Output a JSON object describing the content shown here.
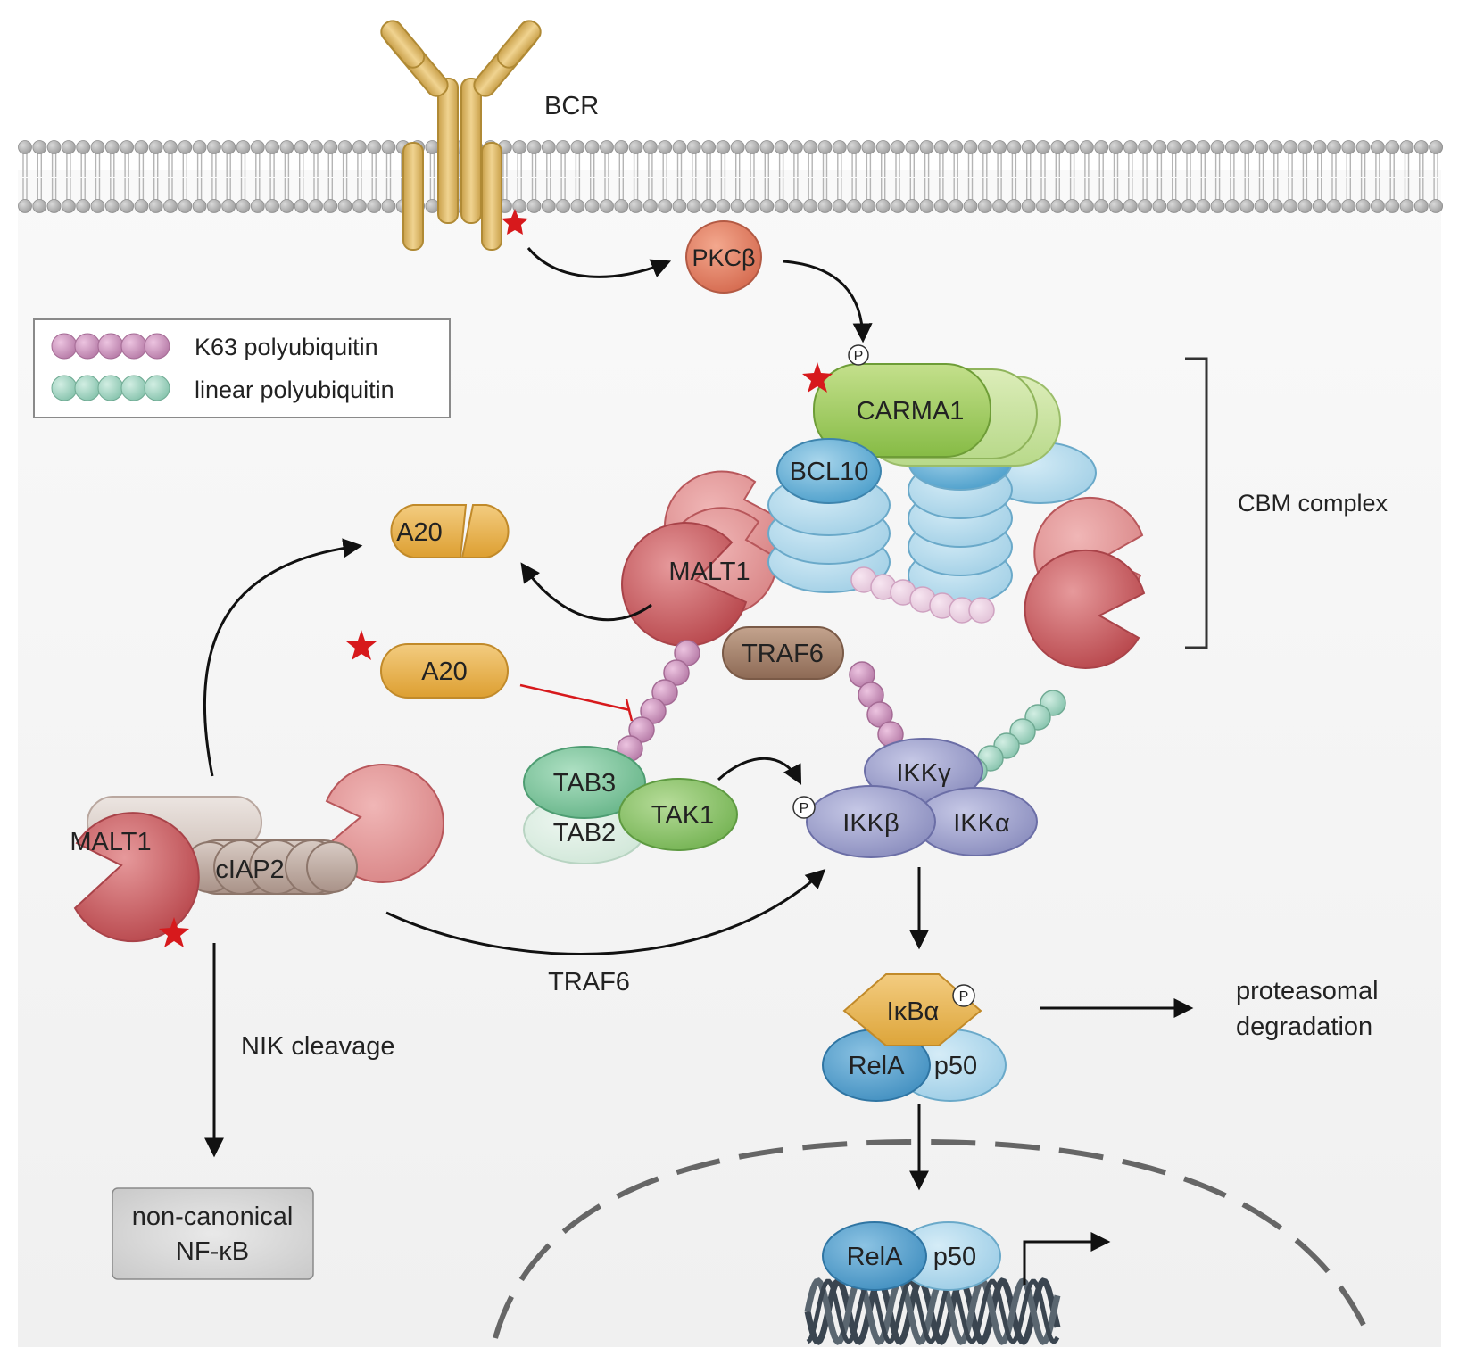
{
  "labels": {
    "bcr": "BCR",
    "pkcb": "PKCβ",
    "carma1": "CARMA1",
    "bcl10": "BCL10",
    "malt1_cbm": "MALT1",
    "traf6_cbm": "TRAF6",
    "cbm_complex": "CBM complex",
    "a20_cleaved": "A20",
    "a20_active": "A20",
    "tab3": "TAB3",
    "tab2": "TAB2",
    "tak1": "TAK1",
    "ikkg": "IKKγ",
    "ikkb": "IKKβ",
    "ikka": "IKKα",
    "malt1_ciap2": "MALT1",
    "ciap2": "cIAP2",
    "traf6_arrow": "TRAF6",
    "nik_cleavage": "NIK cleavage",
    "noncanonical_line1": "non-canonical",
    "noncanonical_line2": "NF-κB",
    "ikba": "IκBα",
    "rela_cyto": "RelA",
    "p50_cyto": "p50",
    "proteasomal_line1": "proteasomal",
    "proteasomal_line2": "degradation",
    "rela_nuc": "RelA",
    "p50_nuc": "p50",
    "phospho": "P"
  },
  "legend": {
    "k63": "K63 polyubiquitin",
    "linear": "linear polyubiquitin"
  },
  "colors": {
    "malt1": "#c85a5e",
    "carma1": "#9ccb5a",
    "bcl10": "#6bb2d6",
    "pkcb": "#e07a5f",
    "traf6": "#9e7a64",
    "a20": "#e3a83d",
    "ikk": "#9396c3",
    "tab": "#72bd92",
    "tak1": "#7dbb5d",
    "ciap2": "#b8a59c",
    "k63_ubiquitin": "#bb82ac",
    "linear_ubiquitin": "#8cc7b3",
    "bcr": "#d8b055",
    "activation_star": "#d7191c",
    "inhibition": "#d7191c"
  }
}
